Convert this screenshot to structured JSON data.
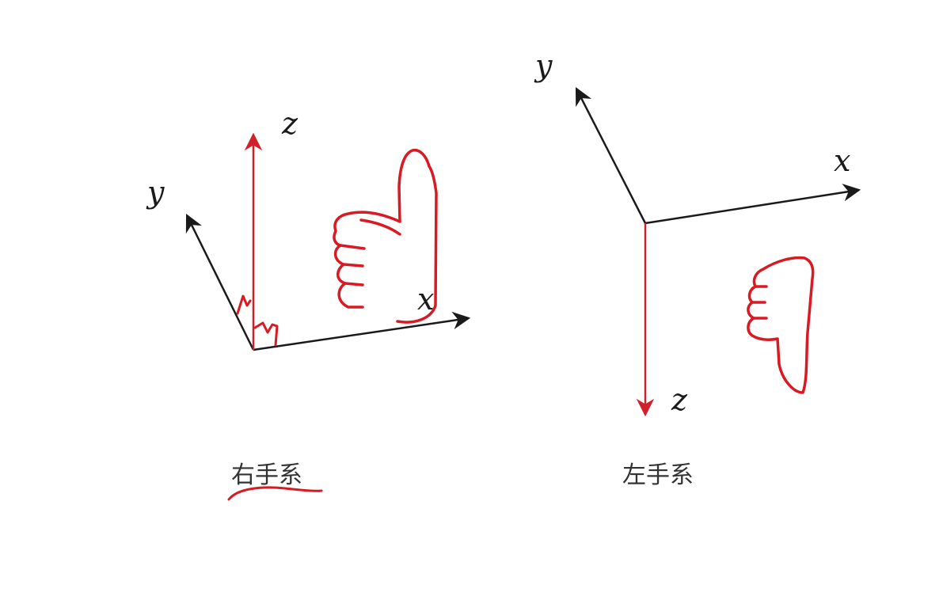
{
  "colors": {
    "axis_black": "#1a1a1a",
    "axis_red": "#d0202a",
    "annotation_red": "#d81a22",
    "caption_text": "#333333"
  },
  "right_hand": {
    "x_label": "x",
    "y_label": "y",
    "z_label": "z",
    "caption": "右手系",
    "annotation": "thumbs-up hand sketch, right-angle marks, caption underline"
  },
  "left_hand": {
    "x_label": "x",
    "y_label": "y",
    "z_label": "z",
    "caption": "左手系",
    "annotation": "thumbs-down hand sketch"
  }
}
